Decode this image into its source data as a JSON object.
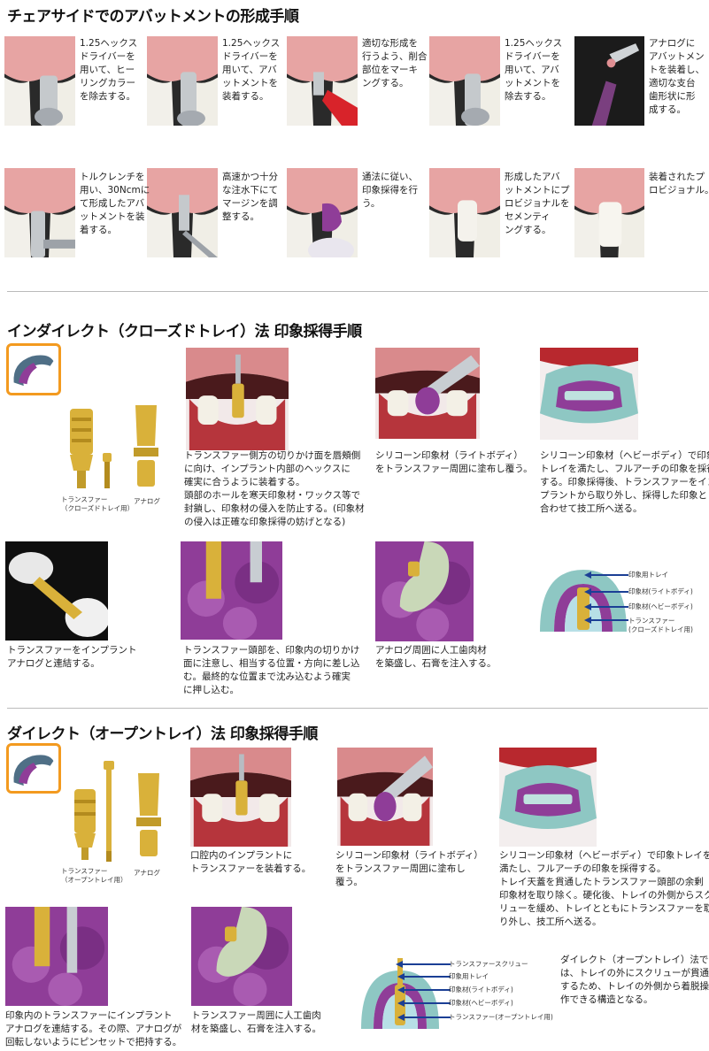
{
  "sections": {
    "chairside": {
      "title": "チェアサイドでのアバットメントの形成手順",
      "steps": [
        {
          "lines": [
            "1.25ヘックス",
            "ドライバーを",
            "用いて、ヒー",
            "リングカラー",
            "を除去する。"
          ]
        },
        {
          "lines": [
            "1.25ヘックス",
            "ドライバーを",
            "用いて、アバ",
            "ットメントを",
            "装着する。"
          ]
        },
        {
          "lines": [
            "適切な形成を",
            "行うよう、削合",
            "部位をマーキ",
            "ングする。"
          ]
        },
        {
          "lines": [
            "1.25ヘックス",
            "ドライバーを",
            "用いて、アバ",
            "ットメントを",
            "除去する。"
          ]
        },
        {
          "lines": [
            "アナログに",
            "アバットメン",
            "トを装着し、",
            "適切な支台",
            "歯形状に形",
            "成する。"
          ]
        },
        {
          "lines": [
            "トルクレンチを",
            "用い、30Ncmに",
            "て形成したアバ",
            "ットメントを装",
            "着する。"
          ]
        },
        {
          "lines": [
            "高速かつ十分",
            "な注水下にて",
            "マージンを調",
            "整する。"
          ]
        },
        {
          "lines": [
            "通法に従い、",
            "印象採得を行",
            "う。"
          ]
        },
        {
          "lines": [
            "形成したアバ",
            "ットメントにプ",
            "ロビジョナルを",
            "セメンティ",
            "ングする。"
          ]
        },
        {
          "lines": [
            "装着されたプ",
            "ロビジョナル。"
          ]
        }
      ]
    },
    "indirect": {
      "title": "インダイレクト（クローズドトレイ）法 印象採得手順",
      "parts": {
        "transfer": [
          "トランスファー",
          "（クローズドトレイ用）"
        ],
        "analog": "アナログ"
      },
      "steps": [
        {
          "lines": [
            "トランスファー側方の切りかけ面を唇頬側",
            "に向け、インプラント内部のヘックスに",
            "確実に合うように装着する。",
            "頭部のホールを寒天印象材・ワックス等で",
            "封鎖し、印象材の侵入を防止する。(印象材",
            "の侵入は正確な印象採得の妨げとなる)"
          ]
        },
        {
          "lines": [
            "シリコーン印象材（ライトボディ）",
            "をトランスファー周囲に塗布し覆う。"
          ]
        },
        {
          "lines": [
            "シリコーン印象材（ヘビーボディ）で印象",
            "トレイを満たし、フルアーチの印象を採得",
            "する。印象採得後、トランスファーをイン",
            "プラントから取り外し、採得した印象と",
            "合わせて技工所へ送る。"
          ]
        },
        {
          "lines": [
            "トランスファーをインプラント",
            "アナログと連結する。"
          ]
        },
        {
          "lines": [
            "トランスファー頭部を、印象内の切りかけ",
            "面に注意し、相当する位置・方向に差し込",
            "む。最終的な位置まで沈み込むよう確実",
            "に押し込む。"
          ]
        },
        {
          "lines": [
            "アナログ周囲に人工歯肉材",
            "を築盛し、石膏を注入する。"
          ]
        }
      ],
      "diagram_labels": [
        "印象用トレイ",
        "印象材(ライトボディ)",
        "印象材(ヘビーボディ)",
        "トランスファー",
        "(クローズドトレイ用)"
      ]
    },
    "direct": {
      "title": "ダイレクト（オープントレイ）法 印象採得手順",
      "parts": {
        "transfer": [
          "トランスファー",
          "（オープントレイ用）"
        ],
        "analog": "アナログ"
      },
      "steps": [
        {
          "lines": [
            "口腔内のインプラントに",
            "トランスファーを装着する。"
          ]
        },
        {
          "lines": [
            "シリコーン印象材（ライトボディ）",
            "をトランスファー周囲に塗布し",
            "覆う。"
          ]
        },
        {
          "lines": [
            "シリコーン印象材（ヘビーボディ）で印象トレイを",
            "満たし、フルアーチの印象を採得する。",
            "トレイ天蓋を貫通したトランスファー頭部の余剰",
            "印象材を取り除く。硬化後、トレイの外側からスク",
            "リューを緩め、トレイとともにトランスファーを取",
            "り外し、技工所へ送る。"
          ]
        },
        {
          "lines": [
            "印象内のトランスファーにインプラント",
            "アナログを連結する。その際、アナログが",
            "回転しないようにピンセットで把持する。"
          ]
        },
        {
          "lines": [
            "トランスファー周囲に人工歯肉",
            "材を築盛し、石膏を注入する。"
          ]
        }
      ],
      "diagram_labels": [
        "トランスファースクリュー",
        "印象用トレイ",
        "印象材(ライトボディ)",
        "印象材(ヘビーボディ)",
        "トランスファー(オープントレイ用)"
      ],
      "note": [
        "ダイレクト（オープントレイ）法で",
        "は、トレイの外にスクリューが貫通",
        "するため、トレイの外側から着脱操",
        "作できる構造となる。"
      ]
    }
  },
  "colors": {
    "gum": "#e9a9a8",
    "tooth": "#f3f1ea",
    "gold": "#d9b13a",
    "purple": "#8f3d98",
    "mint": "#8fcac4",
    "orange": "#f39a1f",
    "steel": "#a5aab0"
  }
}
